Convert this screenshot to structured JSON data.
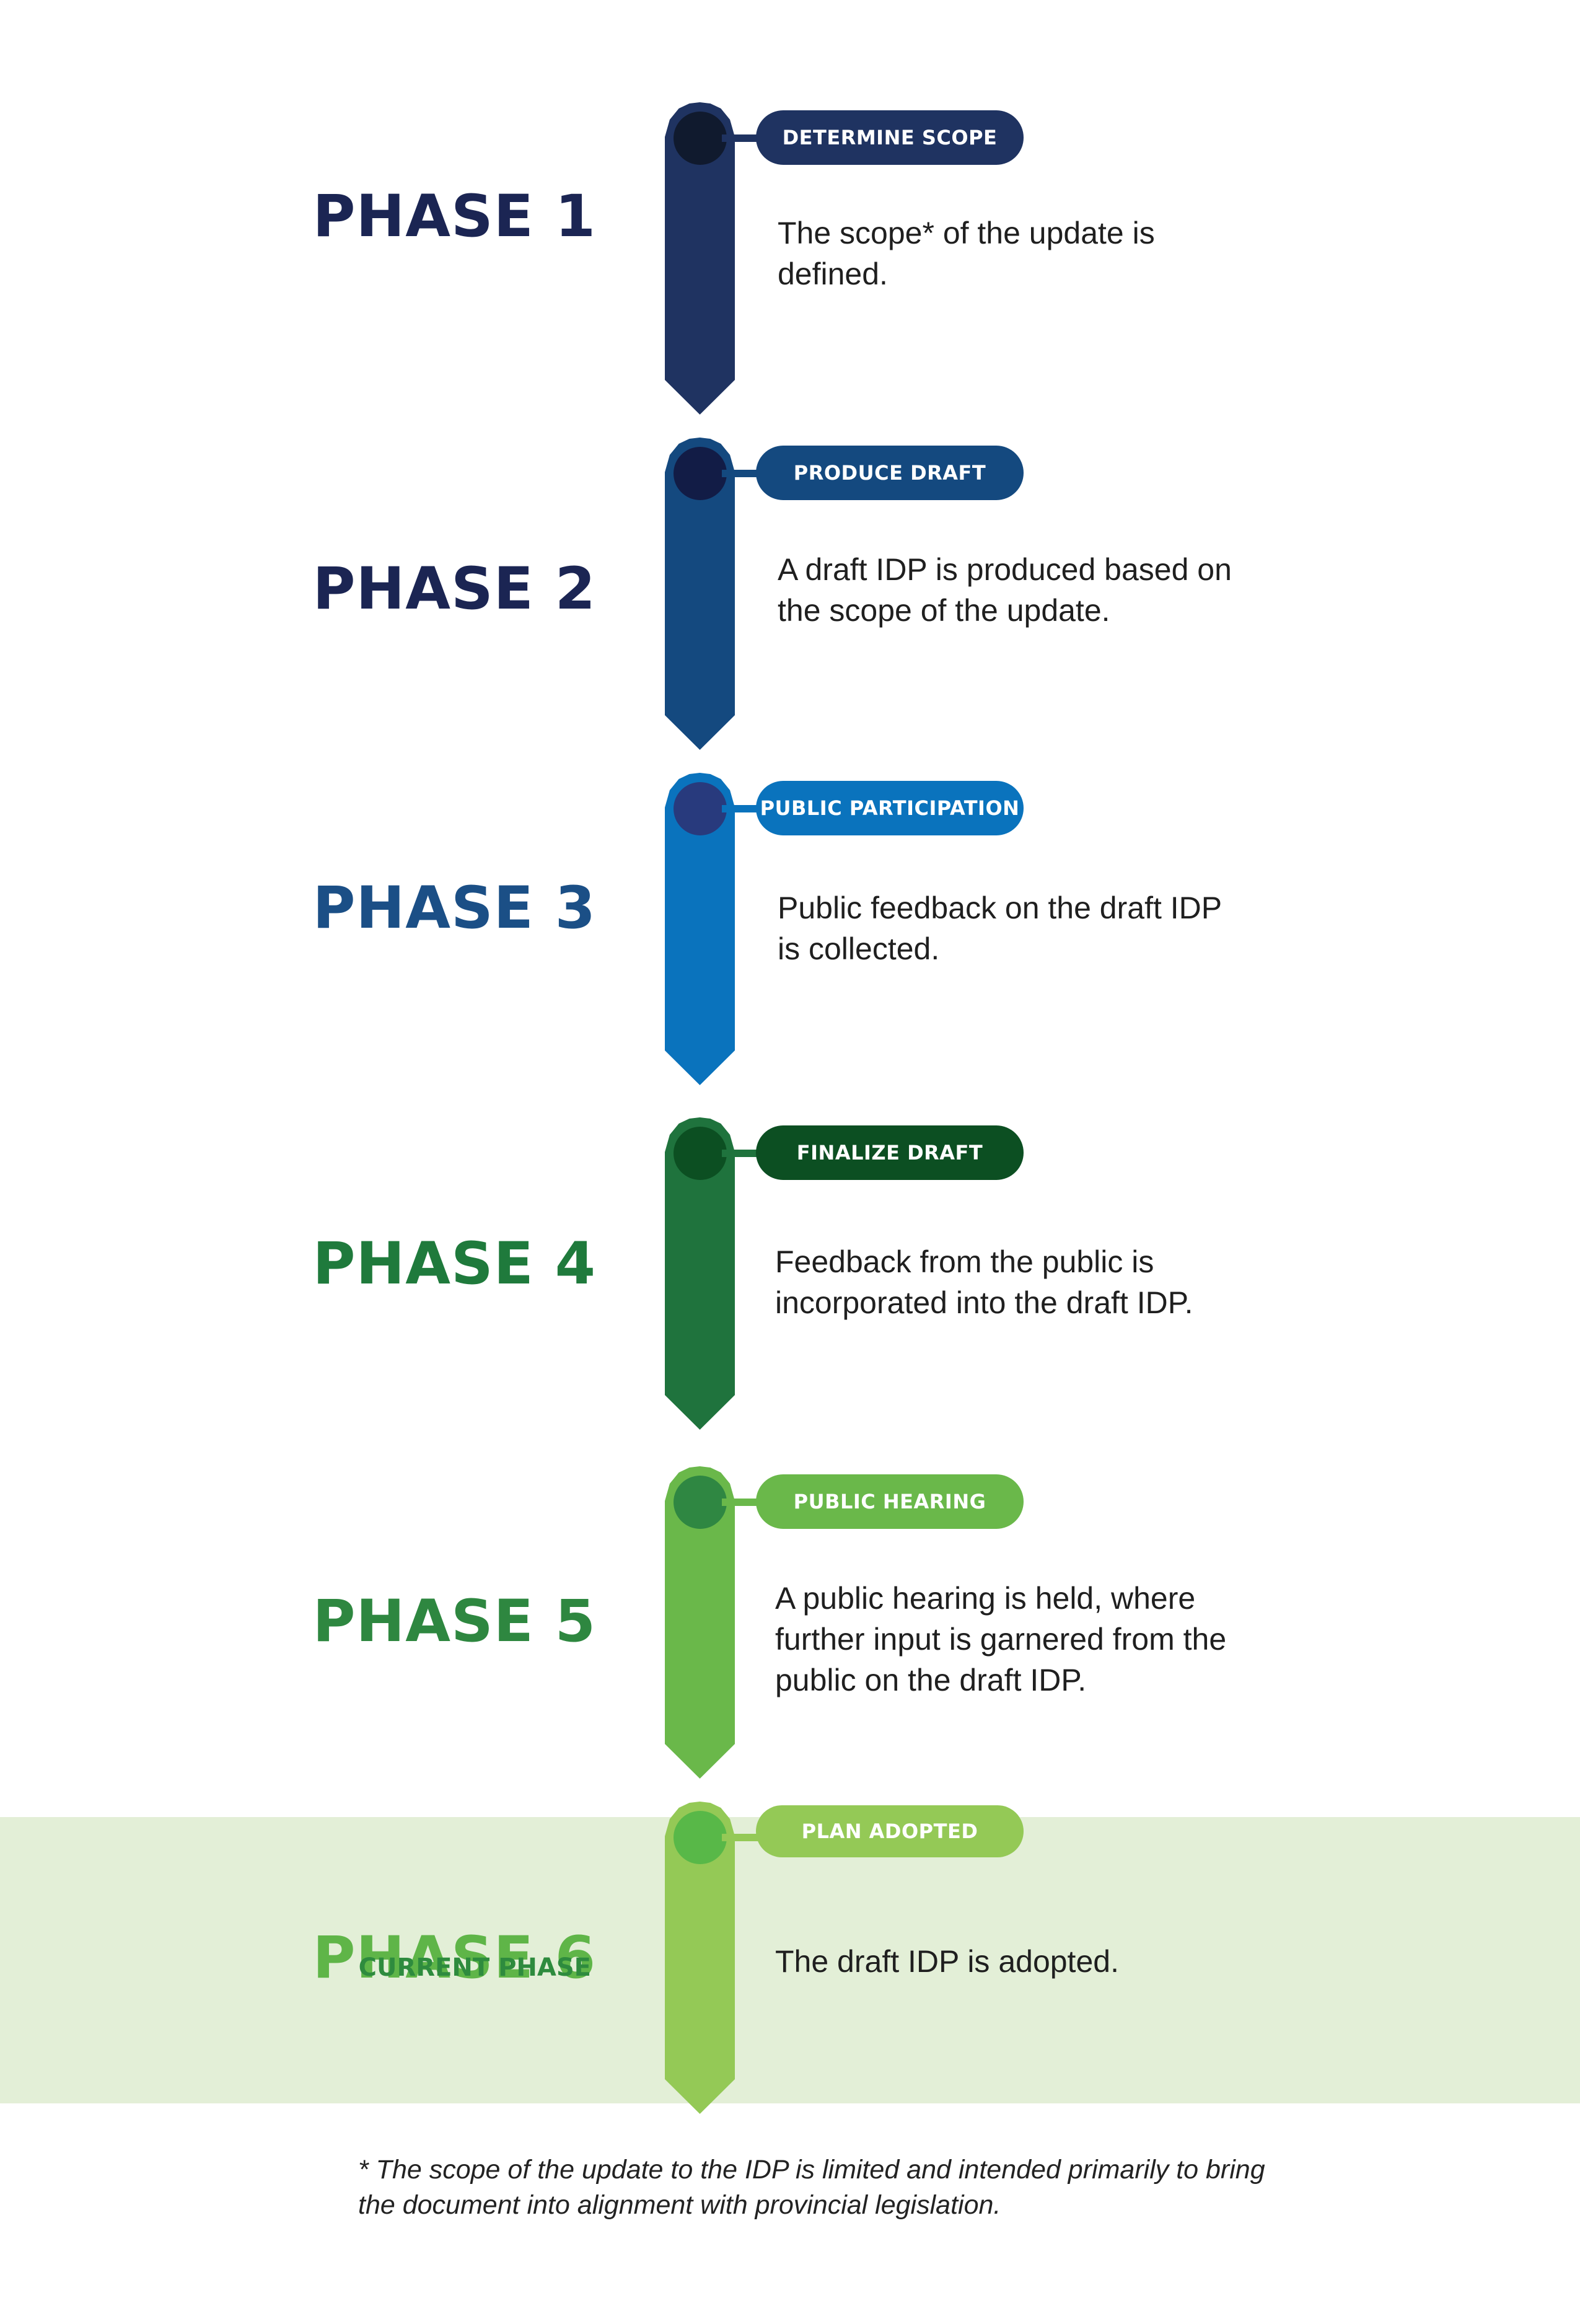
{
  "phases": [
    {
      "title": "PHASE 1",
      "step": "DETERMINE SCOPE",
      "description": "The scope* of the update is defined.",
      "colors": {
        "title": "#1b2553",
        "stem": "#1f3361",
        "node": "#101a2e",
        "pill": "#1f3361"
      }
    },
    {
      "title": "PHASE 2",
      "step": "PRODUCE DRAFT",
      "description": "A draft IDP is produced based on the scope of the update.",
      "colors": {
        "title": "#1b2553",
        "stem": "#14497f",
        "node": "#121c46",
        "pill": "#14497f"
      }
    },
    {
      "title": "PHASE 3",
      "step": "PUBLIC PARTICIPATION",
      "description": "Public feedback on the draft IDP is collected.",
      "colors": {
        "title": "#1b4f86",
        "stem": "#0a73bd",
        "node": "#283a7d",
        "pill": "#0a73bd"
      }
    },
    {
      "title": "PHASE 4",
      "step": "FINALIZE DRAFT",
      "description": "Feedback from the public is incorporated into the draft IDP.",
      "colors": {
        "title": "#1f7a3c",
        "stem": "#1f733d",
        "node": "#0c4f22",
        "pill": "#0c4f22"
      }
    },
    {
      "title": "PHASE 5",
      "step": "PUBLIC HEARING",
      "description": "A public hearing is held, where further input is garnered from the public on the draft IDP.",
      "colors": {
        "title": "#2e8740",
        "stem": "#6ab84a",
        "node": "#2f8742",
        "pill": "#6ab84a"
      }
    },
    {
      "title": "PHASE 6",
      "step": "PLAN ADOPTED",
      "description": "The draft IDP is adopted.",
      "current_label": "CURRENT PHASE",
      "colors": {
        "title": "#5fb548",
        "stem": "#94c956",
        "node": "#58b848",
        "pill": "#94c956"
      }
    }
  ],
  "footnote": "* The scope of the update to the IDP is limited and intended primarily to bring the document into alignment with provincial legislation."
}
